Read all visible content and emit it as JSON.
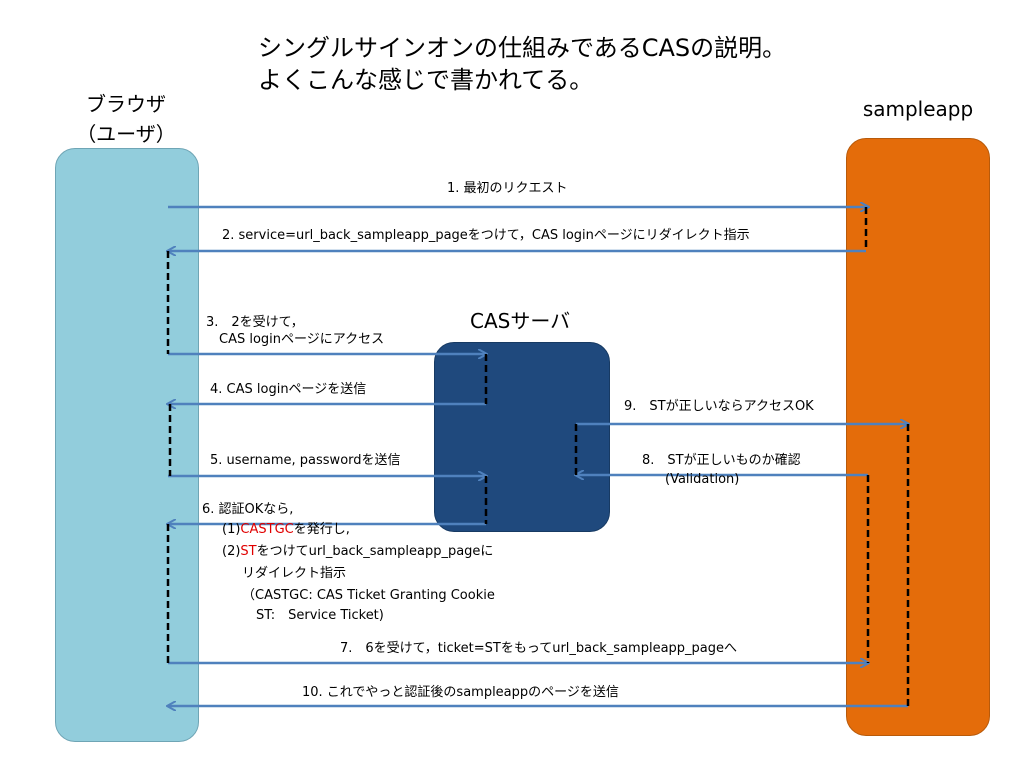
{
  "title": {
    "line1": "シングルサインオンの仕組みであるCASの説明。",
    "line2": "よくこんな感じで書かれてる。"
  },
  "lanes": {
    "browser_line1": "ブラウザ",
    "browser_line2": "（ユーザ）",
    "sampleapp": "sampleapp",
    "cas_server": "CASサーバ"
  },
  "steps": {
    "s1": "1. 最初のリクエスト",
    "s2": "2. service=url_back_sampleapp_pageをつけて，CAS loginページにリダイレクト指示",
    "s3_line1": "3.　2を受けて，",
    "s3_line2": "CAS loginページにアクセス",
    "s4": "4. CAS loginページを送信",
    "s5": "5. username, passwordを送信",
    "s6_line1": "6. 認証OKなら,",
    "s6_line2_prefix": "(1)",
    "s6_line2_red": "CASTGC",
    "s6_line2_suffix": "を発行し,",
    "s6_line3_prefix": "(2)",
    "s6_line3_red": "ST",
    "s6_line3_suffix": "をつけてurl_back_sampleapp_pageに",
    "s6_line4": "リダイレクト指示",
    "s6_line5": "（CASTGC: CAS  Ticket Granting Cookie",
    "s6_line6": "ST:　Service Ticket)",
    "s7": "7.　6を受けて，ticket=STをもってurl_back_sampleapp_pageへ",
    "s8_line1": "8.　STが正しいものか確認",
    "s8_line2": "(Validation)",
    "s9": "9.　STが正しいならアクセスOK",
    "s10": "10. これでやっと認証後のsampleappのページを送信"
  },
  "colors": {
    "browser_fill": "#92cddc",
    "sampleapp_fill": "#e46c0a",
    "cas_fill": "#1f497d",
    "arrow": "#4f81bd",
    "highlight": "#e00000"
  }
}
